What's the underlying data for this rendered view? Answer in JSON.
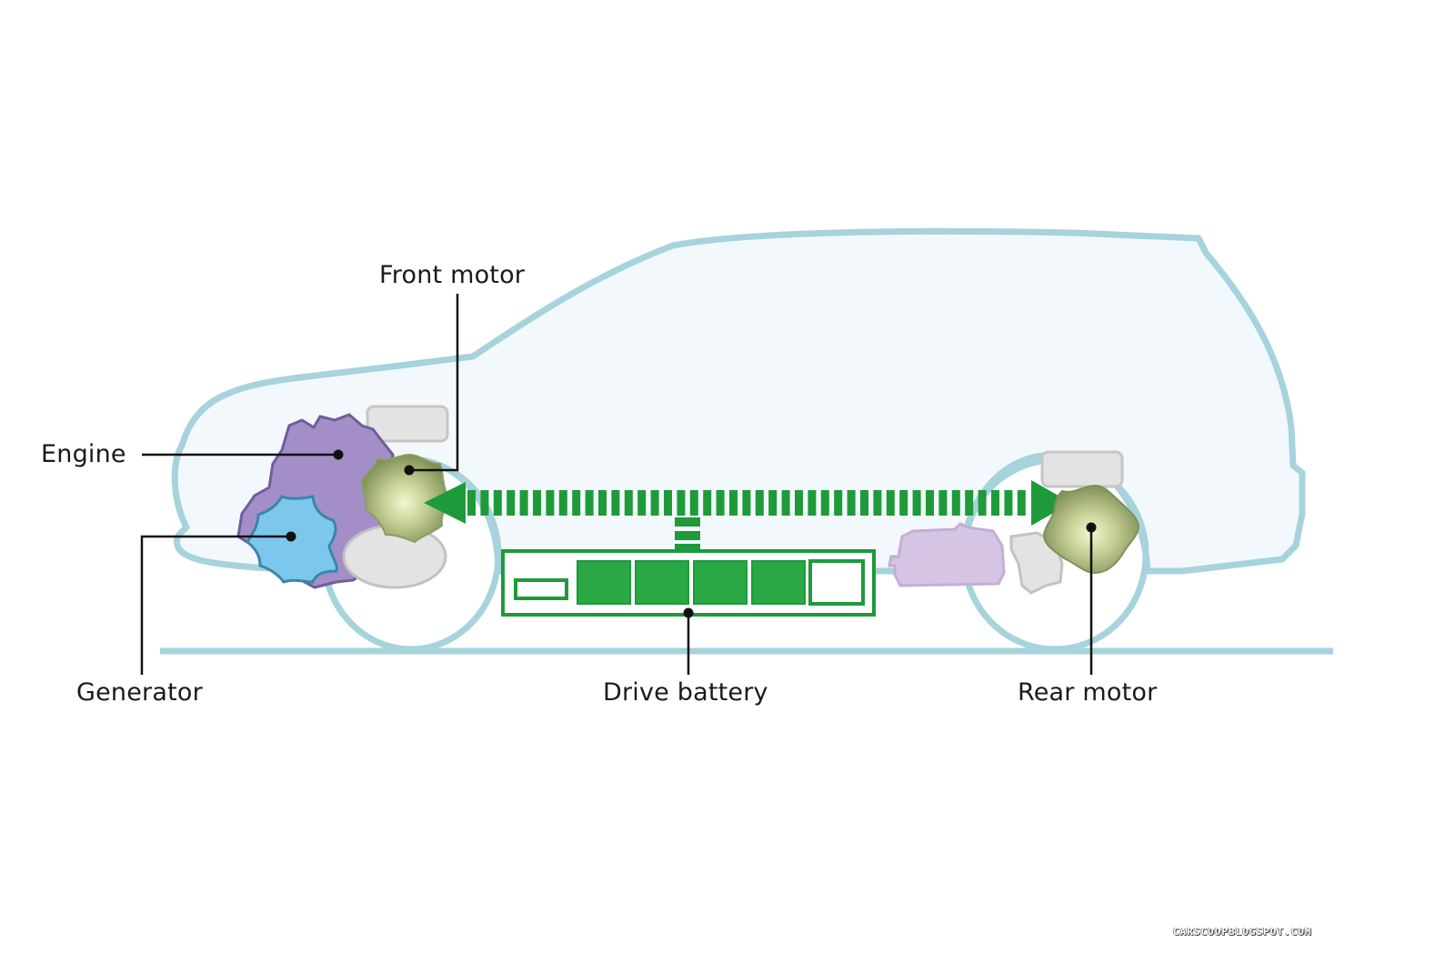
{
  "diagram": {
    "title": "Hybrid drivetrain layout",
    "labels": {
      "front_motor": "Front motor",
      "engine": "Engine",
      "generator": "Generator",
      "drive_battery": "Drive battery",
      "rear_motor": "Rear motor"
    },
    "battery": {
      "cells_total": 5,
      "cells_filled": 4,
      "charge_fraction": 0.8
    },
    "energy_flow": {
      "direction": "bidirectional",
      "from": "front motor",
      "to": "rear motor",
      "source": "drive battery"
    },
    "colors": {
      "body_outline": "#a6d3dc",
      "body_fill": "#f2f8fb",
      "flow_green": "#1f9a3a",
      "engine_purple": "#a48ec8",
      "generator_blue": "#7cc8ec",
      "motor_olive": "#a5b27a",
      "tank_lilac": "#d6c4e4",
      "part_grey": "#e2e2e2"
    }
  },
  "watermark": "CARSCOOPBLOGSPOT.COM"
}
